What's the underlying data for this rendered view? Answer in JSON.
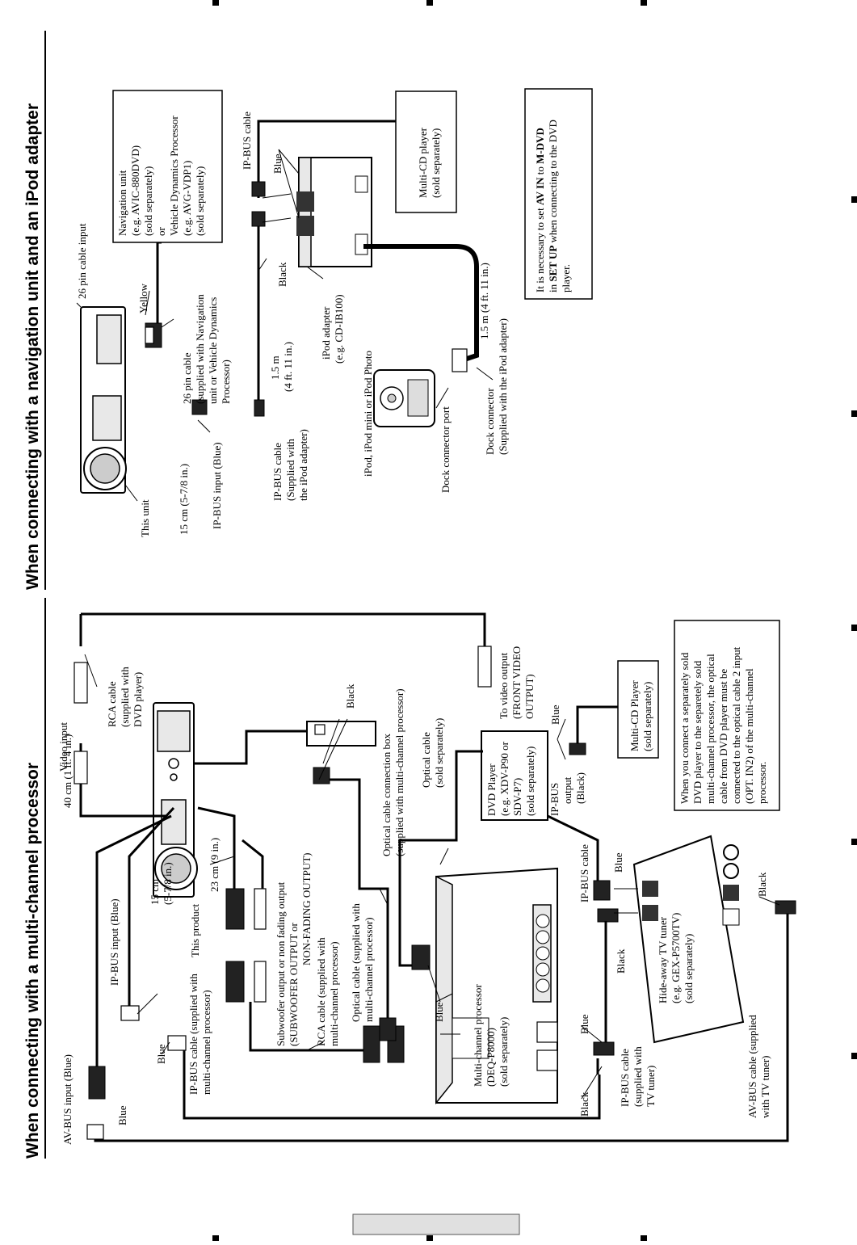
{
  "left": {
    "heading": "When connecting with a multi-channel processor",
    "labels": {
      "av_bus_input": "AV-BUS input (Blue)",
      "blue_1": "Blue",
      "cm40": "40 cm (1 ft. 4 in.)",
      "ip_bus_input": "IP-BUS input (Blue)",
      "cm15": [
        "15 cm",
        "(5-7/8 in.)"
      ],
      "this_product": "This product",
      "blue_2": "Blue",
      "ip_bus_cable_mcp": [
        "IP-BUS cable (supplied with",
        "multi-channel processor)"
      ],
      "cm23": "23 cm (9 in.)",
      "subwoofer": [
        "Subwoofer output or non fading output",
        "(SUBWOOFER OUTPUT or",
        "NON-FADING OUTPUT)"
      ],
      "rca_mcp": [
        "RCA cable (supplied with",
        "multi-channel processor)"
      ],
      "optical_mcp": [
        "Optical cable (supplied with",
        "multi-channel processor)"
      ],
      "video_input": "Video input",
      "rca_dvd": [
        "RCA cable",
        "(supplied with",
        "DVD player)"
      ],
      "black_1": "Black",
      "optical_box": [
        "Optical cable connection box",
        "(supplied with multi-channel processor)"
      ],
      "optical_sep": [
        "Optical cable",
        "(sold separately)"
      ],
      "to_video": [
        "To video output",
        "(FRONT VIDEO",
        "OUTPUT)"
      ],
      "blue_3": "Blue",
      "multi_cd": [
        "Multi-CD Player",
        "(sold separately)"
      ],
      "dvd_player": [
        "DVD Player",
        "(e.g. XDV-P90 or",
        "SDV-P7)",
        "(sold separately)"
      ],
      "ip_bus_output": [
        "IP-BUS",
        "output",
        "(Black)"
      ],
      "ip_bus_cable": "IP-BUS cable",
      "blue_4": "Blue",
      "blue_5": "Blue",
      "mcp": [
        "Multi-channel processor",
        "(DEQ-P8000)",
        "(sold separately)"
      ],
      "black_2": "Black",
      "tv_tuner": [
        "Hide-away TV tuner",
        "(e.g. GEX-P5700TV)",
        "(sold separately)"
      ],
      "black_3": "Black",
      "blue_6": "Blue",
      "ip_bus_tv": [
        "IP-BUS cable",
        "(supplied with",
        "TV tuner)"
      ],
      "black_4": "Black",
      "av_bus_tv": [
        "AV-BUS cable (supplied",
        "with TV tuner)"
      ],
      "note": [
        "When you connect a separately sold",
        "DVD player to the separetely sold",
        "multi-channel processor, the optical",
        "cable from DVD player must be",
        "connected to the optical cable 2 input",
        "(OPT. IN2) of the multi-channel",
        "processor."
      ]
    }
  },
  "right": {
    "heading": "When connecting with a navigation unit and an iPod adapter",
    "labels": {
      "this_unit": "This unit",
      "cm15": "15 cm (5-7/8 in.)",
      "ip_bus_input": "IP-BUS input (Blue)",
      "ip_bus_cable_ipod": [
        "IP-BUS cable",
        "(Supplied with",
        "the iPod adapter)"
      ],
      "ipod": "iPod, iPod mini or iPod Photo",
      "dock_port": "Dock connector port",
      "dock_connector": [
        "Dock connector",
        "(Supplied with the iPod adapter)"
      ],
      "m15_a": [
        "1.5 m",
        "(4 ft. 11 in.)"
      ],
      "m15_b": "1.5 m (4 ft. 11 in.)",
      "ipod_adapter": [
        "iPod adapter",
        "(e.g. CD-IB100)"
      ],
      "black": "Black",
      "ip_bus_cable": "IP-BUS cable",
      "blue": "Blue",
      "multi_cd": [
        "Multi-CD player",
        "(sold separately)"
      ],
      "pin26_cable": [
        "26 pin cable",
        "(supplied with Navigation",
        "unit or Vehicle Dynamics",
        "Processor)"
      ],
      "yellow": "Yellow",
      "pin26_input": "26 pin cable input",
      "nav_unit": [
        "Navigation unit",
        "(e.g. AVIC-880DVD)",
        "(sold separately)",
        "or",
        "Vehicle Dynamics Processor",
        "(e.g. AVG-VDP1)",
        "(sold separately)"
      ],
      "note_lines": [
        [
          "It is necessary to set ",
          "AV IN",
          " to ",
          "M-DVD"
        ],
        [
          "in ",
          "SET UP",
          " when connecting to the DVD"
        ],
        [
          "player."
        ]
      ]
    }
  }
}
